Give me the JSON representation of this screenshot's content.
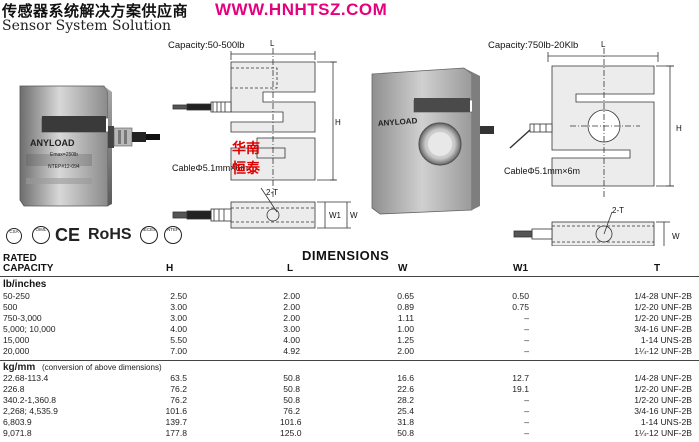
{
  "header": {
    "company_cn": "传感器系统解决方案供应商",
    "website": "WWW.HNHTSZ.COM",
    "company_en": "Sensor System Solution"
  },
  "diagrams": {
    "left_capacity": "Capacity:50-500lb",
    "right_capacity": "Capacity:750lb-20Klb",
    "cable_left": "CableΦ5.1mm×6m",
    "cable_right": "CableΦ5.1mm×6m",
    "dim_l": "L",
    "dim_h": "H",
    "dim_w1": "W1",
    "dim_w": "W",
    "thread_label": "2-T",
    "stamp_line1": "华南",
    "stamp_line2": "恒泰",
    "product_brand": "ANYLOAD",
    "product_label1": "Emax=250lb",
    "product_label2": "NTEP#12-094"
  },
  "certifications": {
    "ce": "CE",
    "rohs": "RoHS",
    "badges": [
      "CSA",
      "OIML",
      "IECEx",
      "NTEP"
    ]
  },
  "table": {
    "title": "DIMENSIONS",
    "header_line1": "RATED",
    "header_line2": "CAPACITY",
    "columns": [
      "H",
      "L",
      "W",
      "W1",
      "T"
    ],
    "section_imperial": "lb/inches",
    "imperial_rows": [
      {
        "capacity": "50-250",
        "h": "2.50",
        "l": "2.00",
        "w": "0.65",
        "w1": "0.50",
        "t": "1/4-28 UNF-2B"
      },
      {
        "capacity": "500",
        "h": "3.00",
        "l": "2.00",
        "w": "0.89",
        "w1": "0.75",
        "t": "1/2-20 UNF-2B"
      },
      {
        "capacity": "750-3,000",
        "h": "3.00",
        "l": "2.00",
        "w": "1.11",
        "w1": "–",
        "t": "1/2-20 UNF-2B"
      },
      {
        "capacity": "5,000; 10,000",
        "h": "4.00",
        "l": "3.00",
        "w": "1.00",
        "w1": "–",
        "t": "3/4-16 UNF-2B"
      },
      {
        "capacity": "15,000",
        "h": "5.50",
        "l": "4.00",
        "w": "1.25",
        "w1": "–",
        "t": "1-14 UNS-2B"
      },
      {
        "capacity": "20,000",
        "h": "7.00",
        "l": "4.92",
        "w": "2.00",
        "w1": "–",
        "t": "1¼-12 UNF-2B"
      }
    ],
    "section_metric": "kg/mm",
    "metric_note": " (conversion of above dimensions)",
    "metric_rows": [
      {
        "capacity": "22.68-113.4",
        "h": "63.5",
        "l": "50.8",
        "w": "16.6",
        "w1": "12.7",
        "t": "1/4-28 UNF-2B"
      },
      {
        "capacity": "226.8",
        "h": "76.2",
        "l": "50.8",
        "w": "22.6",
        "w1": "19.1",
        "t": "1/2-20 UNF-2B"
      },
      {
        "capacity": "340.2-1,360.8",
        "h": "76.2",
        "l": "50.8",
        "w": "28.2",
        "w1": "–",
        "t": "1/2-20 UNF-2B"
      },
      {
        "capacity": "2,268; 4,535.9",
        "h": "101.6",
        "l": "76.2",
        "w": "25.4",
        "w1": "–",
        "t": "3/4-16 UNF-2B"
      },
      {
        "capacity": "6,803.9",
        "h": "139.7",
        "l": "101.6",
        "w": "31.8",
        "w1": "–",
        "t": "1-14 UNS-2B"
      },
      {
        "capacity": "9,071.8",
        "h": "177.8",
        "l": "125.0",
        "w": "50.8",
        "w1": "–",
        "t": "1¼-12 UNF-2B"
      }
    ]
  }
}
